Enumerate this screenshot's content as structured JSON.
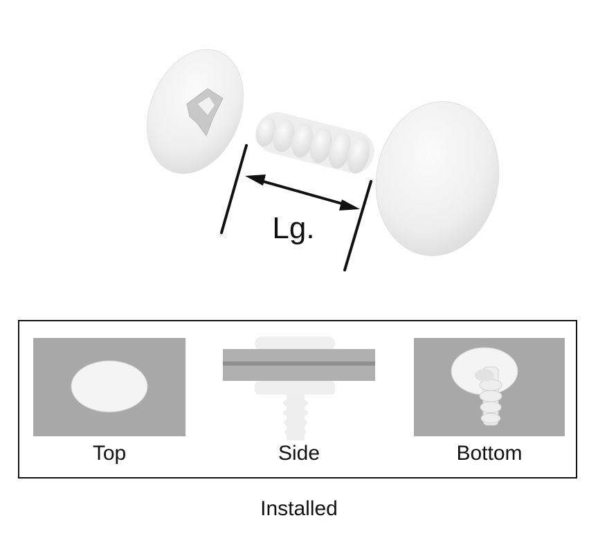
{
  "dimension": {
    "label": "Lg."
  },
  "installed_panel": {
    "views": [
      {
        "label": "Top",
        "view": "top"
      },
      {
        "label": "Side",
        "view": "side"
      },
      {
        "label": "Bottom",
        "view": "bottom"
      }
    ],
    "caption": "Installed"
  },
  "colors": {
    "part": "#f4f4f4",
    "part_shadow": "#d6d6d6",
    "panel_gray": "#a8a8a8",
    "line": "#111111"
  }
}
